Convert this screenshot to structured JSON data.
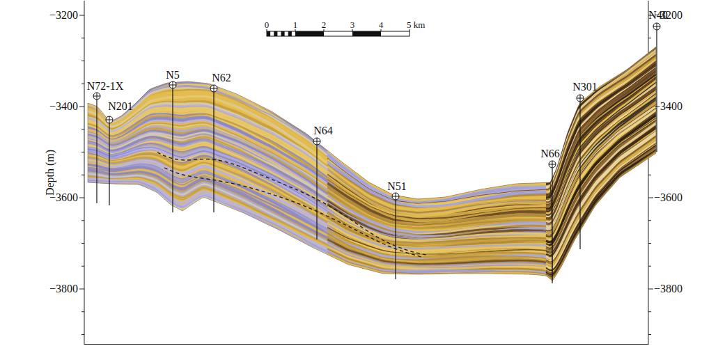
{
  "diagram": {
    "labels": [
      "0",
      "1",
      "2",
      "3",
      "4",
      "5 km",
      "−3200",
      "−3400",
      "−3600",
      "−3800",
      "Depth (m)",
      "N72-1X",
      "N201",
      "N5",
      "N62",
      "N64",
      "N51",
      "N66",
      "N301",
      "N40",
      "−3200",
      "−3400",
      "−3600",
      "−3800"
    ]
  }
}
